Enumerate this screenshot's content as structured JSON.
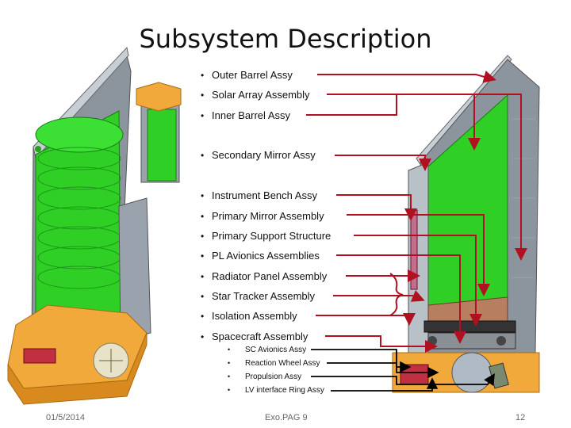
{
  "slide": {
    "title": "Subsystem Description",
    "bullets": [
      "Outer Barrel Assy",
      "Solar Array Assembly",
      "Inner Barrel Assy",
      "Secondary Mirror Assy",
      "Instrument Bench Assy",
      "Primary Mirror Assembly",
      "Primary Support Structure",
      "PL Avionics Assemblies",
      "Radiator Panel Assembly",
      "Star Tracker Assembly",
      "Isolation Assembly",
      "Spacecraft Assembly"
    ],
    "sub_bullets": [
      "SC Avionics Assy",
      "Reaction Wheel Assy",
      "Propulsion Assy",
      "LV interface Ring Assy"
    ],
    "bullet_glyph": "•",
    "footer": {
      "date": "01/5/2014",
      "center": "Exo.PAG 9",
      "page": "12"
    }
  },
  "colors": {
    "arrow": "#b01020",
    "sub_arrow": "#000000",
    "barrel_green": "#39d42b",
    "barrel_gray": "#9aa3ad",
    "base_orange": "#f0a93a"
  }
}
